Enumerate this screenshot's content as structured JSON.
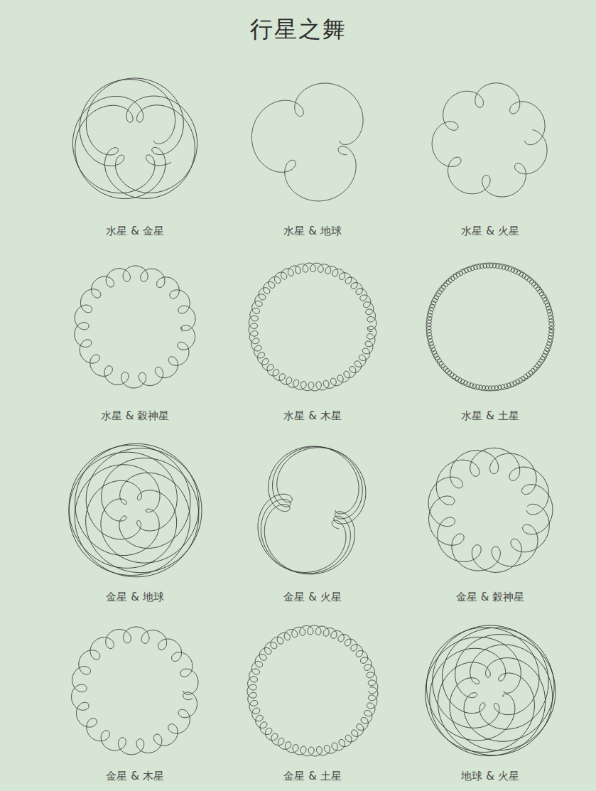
{
  "diagram": {
    "title": "行星之舞",
    "labels": [
      "水星 & 金星",
      "水星 & 地球",
      "水星 & 火星",
      "水星 & 穀神星",
      "水星 & 木星",
      "水星 & 土星",
      "金星 & 地球",
      "金星 & 火星",
      "金星 & 穀神星",
      "金星 & 木星",
      "金星 & 土星",
      "地球 & 火星"
    ]
  }
}
